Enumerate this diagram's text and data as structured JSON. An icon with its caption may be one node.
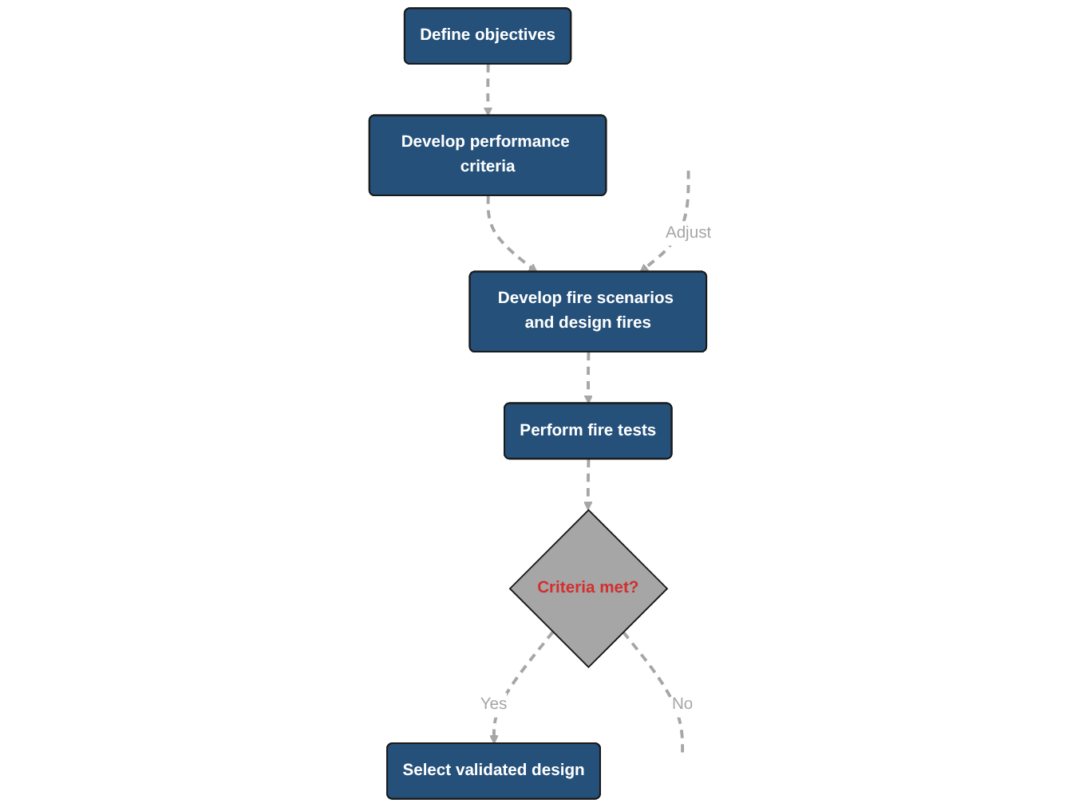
{
  "diagram": {
    "nodes": [
      {
        "text": [
          "Define objectives"
        ]
      },
      {
        "text": [
          "Develop performance criteria"
        ]
      },
      {
        "text": [
          "Develop fire scenarios and design fires"
        ]
      },
      {
        "text": [
          "Perform fire tests"
        ]
      },
      {
        "text": [
          "Criteria met?"
        ]
      },
      {
        "text": [
          "Select validated design"
        ]
      }
    ],
    "edges": [
      {
        "from": 0,
        "to": 1,
        "arrow": "to",
        "style": "dashed"
      },
      {
        "from": 1,
        "to": 2,
        "arrow": "to",
        "style": "dashed"
      },
      {
        "from": 2,
        "to": 3,
        "arrow": "to",
        "style": "dashed"
      },
      {
        "from": 3,
        "to": 4,
        "arrow": "to",
        "style": "dashed"
      },
      {
        "from": 4,
        "to": 5,
        "arrow": "to",
        "style": "dashed",
        "label": "Yes"
      },
      {
        "from": 4,
        "to": null,
        "arrow": "none",
        "style": "dashed",
        "label": "No"
      },
      {
        "from": null,
        "to": 2,
        "arrow": "to",
        "style": "dashed",
        "label": "Adjust"
      }
    ]
  }
}
